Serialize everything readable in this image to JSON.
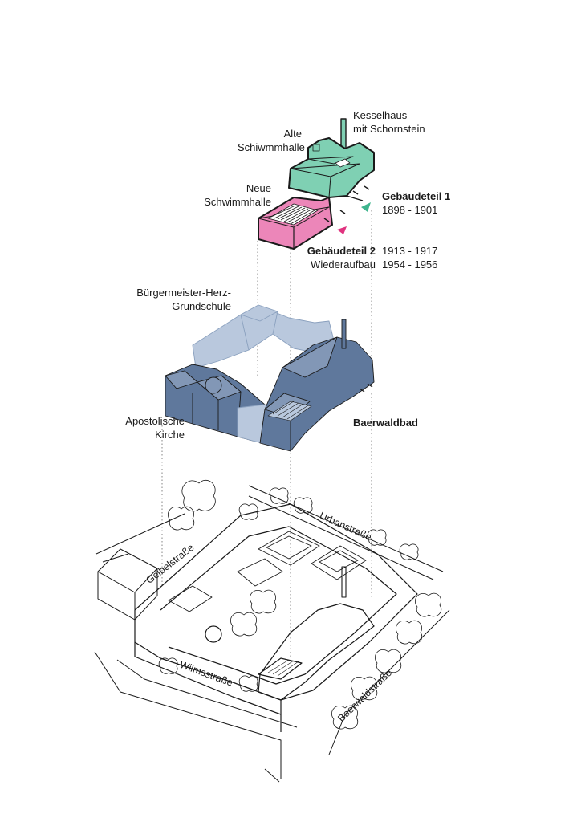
{
  "labels": {
    "kesselhaus": [
      "Kesselhaus",
      "mit Schornstein"
    ],
    "alte_schwimmhalle": [
      "Alte",
      "Schiwmmhalle"
    ],
    "neue_schwimmhalle": [
      "Neue",
      "Schwimmhalle"
    ],
    "gebaeudeteil_1": {
      "title": "Gebäudeteil 1",
      "years": "1898 - 1901"
    },
    "gebaeudeteil_2": {
      "title": "Gebäudeteil 2",
      "years": "1913 - 1917",
      "rebuild_label": "Wiederaufbau",
      "rebuild_years": "1954 - 1956"
    },
    "grundschule": [
      "Bürgermeister-Herz-",
      "Grundschule"
    ],
    "apostolische_kirche": [
      "Apostolische",
      "Kirche"
    ],
    "baerwaldbad": "Baerwaldbad"
  },
  "streets": {
    "urbanstrasse": "Urbanstraße",
    "geibelstrasse": "Geibelstraße",
    "wilmsstrasse": "Wilmsstraße",
    "baerwaldstrasse": "Baerwaldstraße"
  },
  "colors": {
    "part1_green": "#7fd0b3",
    "part2_pink": "#ec86b9",
    "block_blue_dark": "#5f789c",
    "block_blue_mid": "#8297b6",
    "block_blue_light": "#b9c8dd",
    "outline": "#1a1a1a",
    "marker_green": "#3fb58e",
    "marker_pink": "#e0337f"
  }
}
